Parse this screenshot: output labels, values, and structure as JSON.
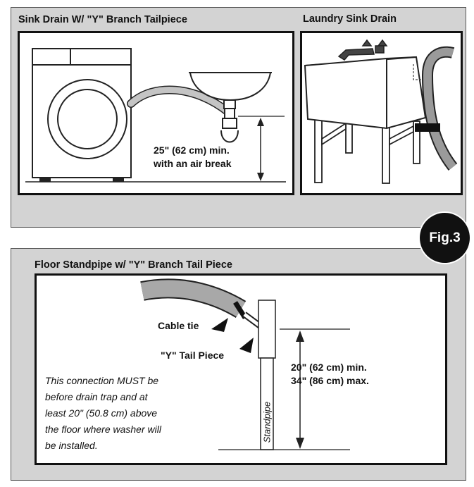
{
  "figure_badge": "Fig.3",
  "sink_drain": {
    "title": "Sink Drain W/ \"Y\" Branch Tailpiece",
    "height_line1": "25\" (62 cm) min.",
    "height_line2": "with an air break"
  },
  "laundry_sink": {
    "title": "Laundry Sink Drain"
  },
  "floor_standpipe": {
    "title": "Floor Standpipe w/ \"Y\" Branch Tail Piece",
    "cable_tie_label": "Cable tie",
    "y_tail_label": "\"Y\" Tail Piece",
    "min_height": "20\" (62 cm) min.",
    "max_height": "34\" (86 cm) max.",
    "standpipe_label": "Standpipe",
    "note_lines": [
      "This connection MUST be",
      "before drain trap and at",
      "least 20\" (50.8 cm) above",
      "the floor where washer will",
      "be installed."
    ]
  }
}
